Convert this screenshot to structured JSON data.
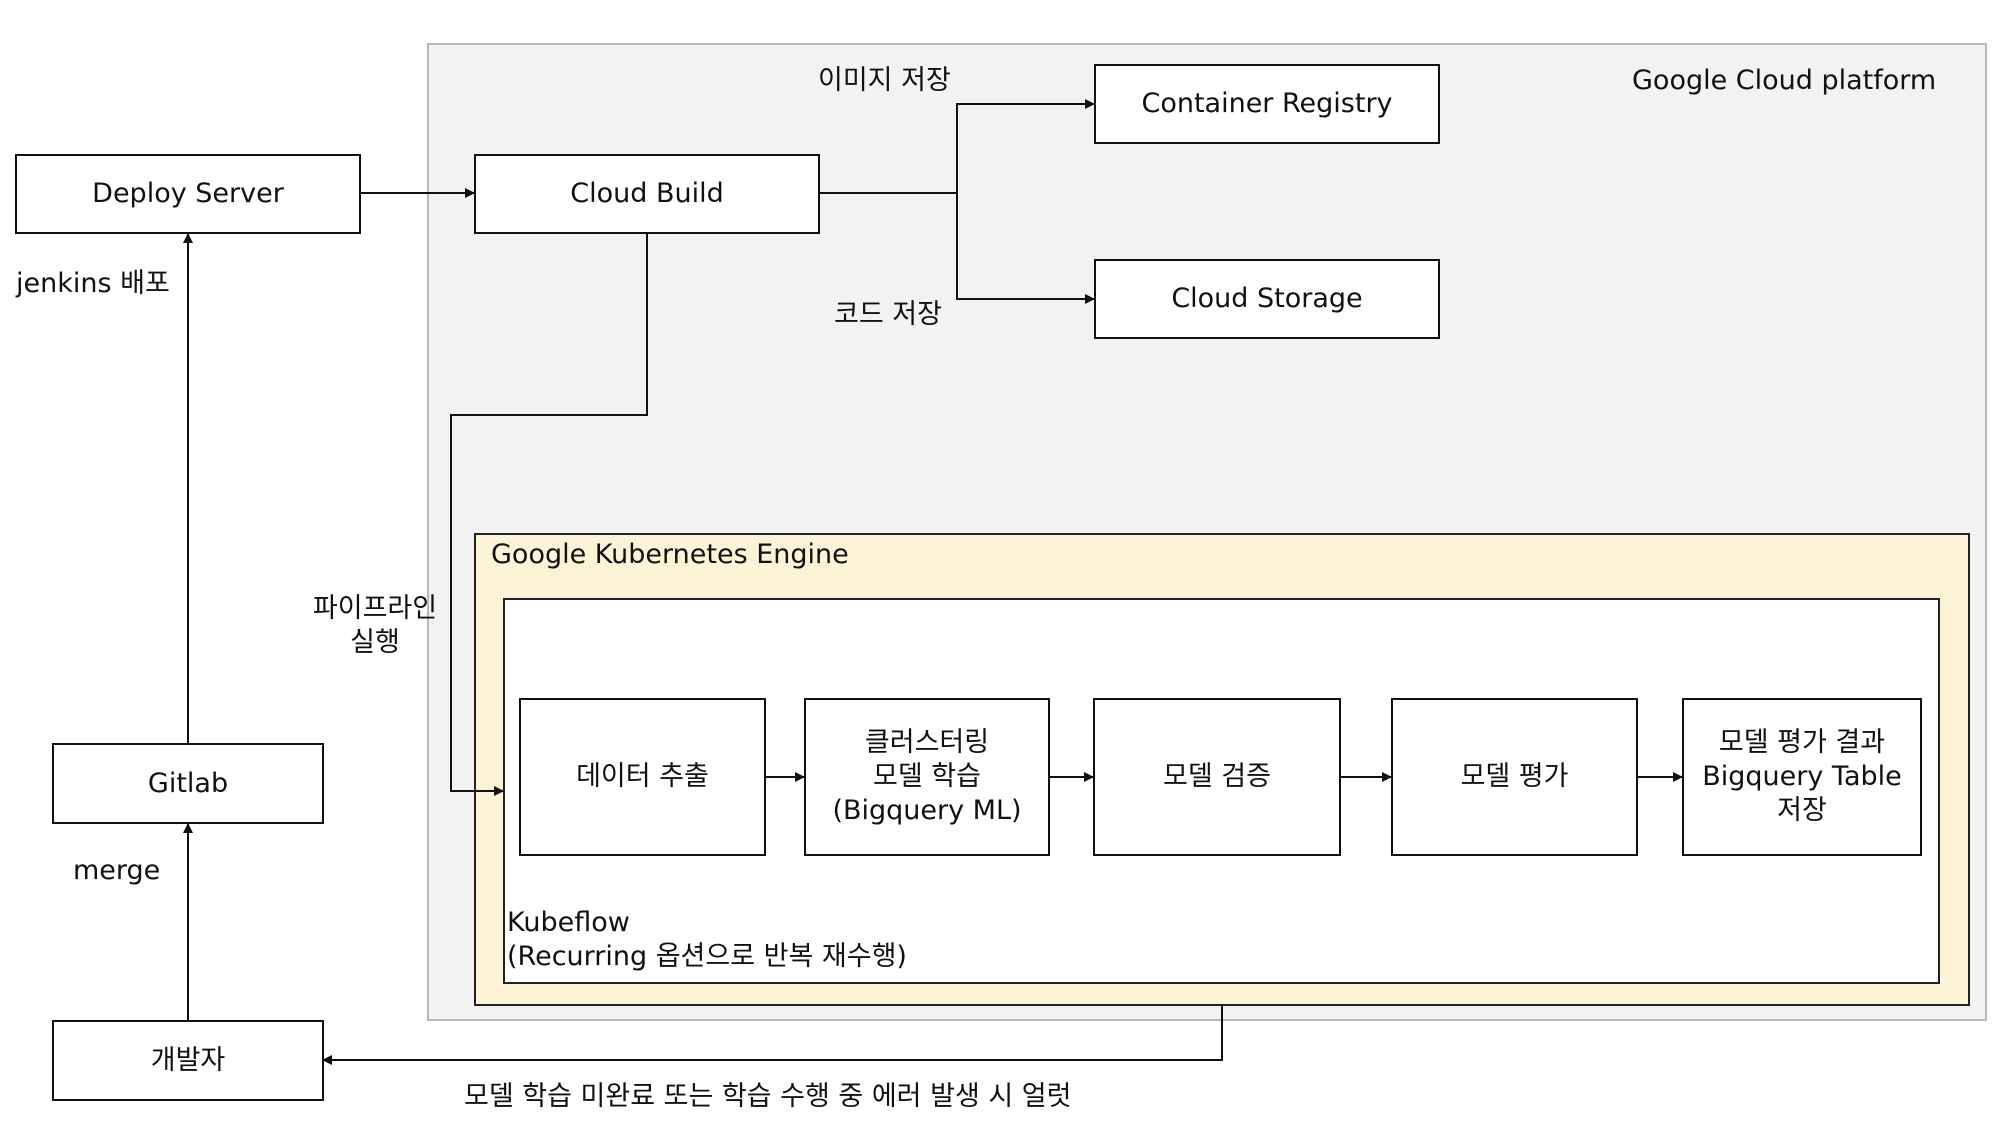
{
  "regions": {
    "gcp": "Google Cloud platform",
    "gke": "Google Kubernetes Engine",
    "kubeflow": "Kubeflow\n(Recurring 옵션으로 반복 재수행)"
  },
  "nodes": {
    "deploy_server": "Deploy Server",
    "cloud_build": "Cloud Build",
    "container_registry": "Container Registry",
    "cloud_storage": "Cloud Storage",
    "gitlab": "Gitlab",
    "developer": "개발자",
    "pipeline_steps": [
      "데이터 추출",
      "클러스터링\n모델 학습\n(Bigquery ML)",
      "모델 검증",
      "모델 평가",
      "모델 평가 결과\nBigquery Table\n저장"
    ]
  },
  "edge_labels": {
    "image_save": "이미지 저장",
    "code_save": "코드 저장",
    "jenkins_deploy": "jenkins 배포",
    "merge": "merge",
    "pipeline_run": "파이프라인\n실행",
    "alert": "모델 학습 미완료 또는 학습 수행 중 에러 발생 시 얼럿"
  }
}
